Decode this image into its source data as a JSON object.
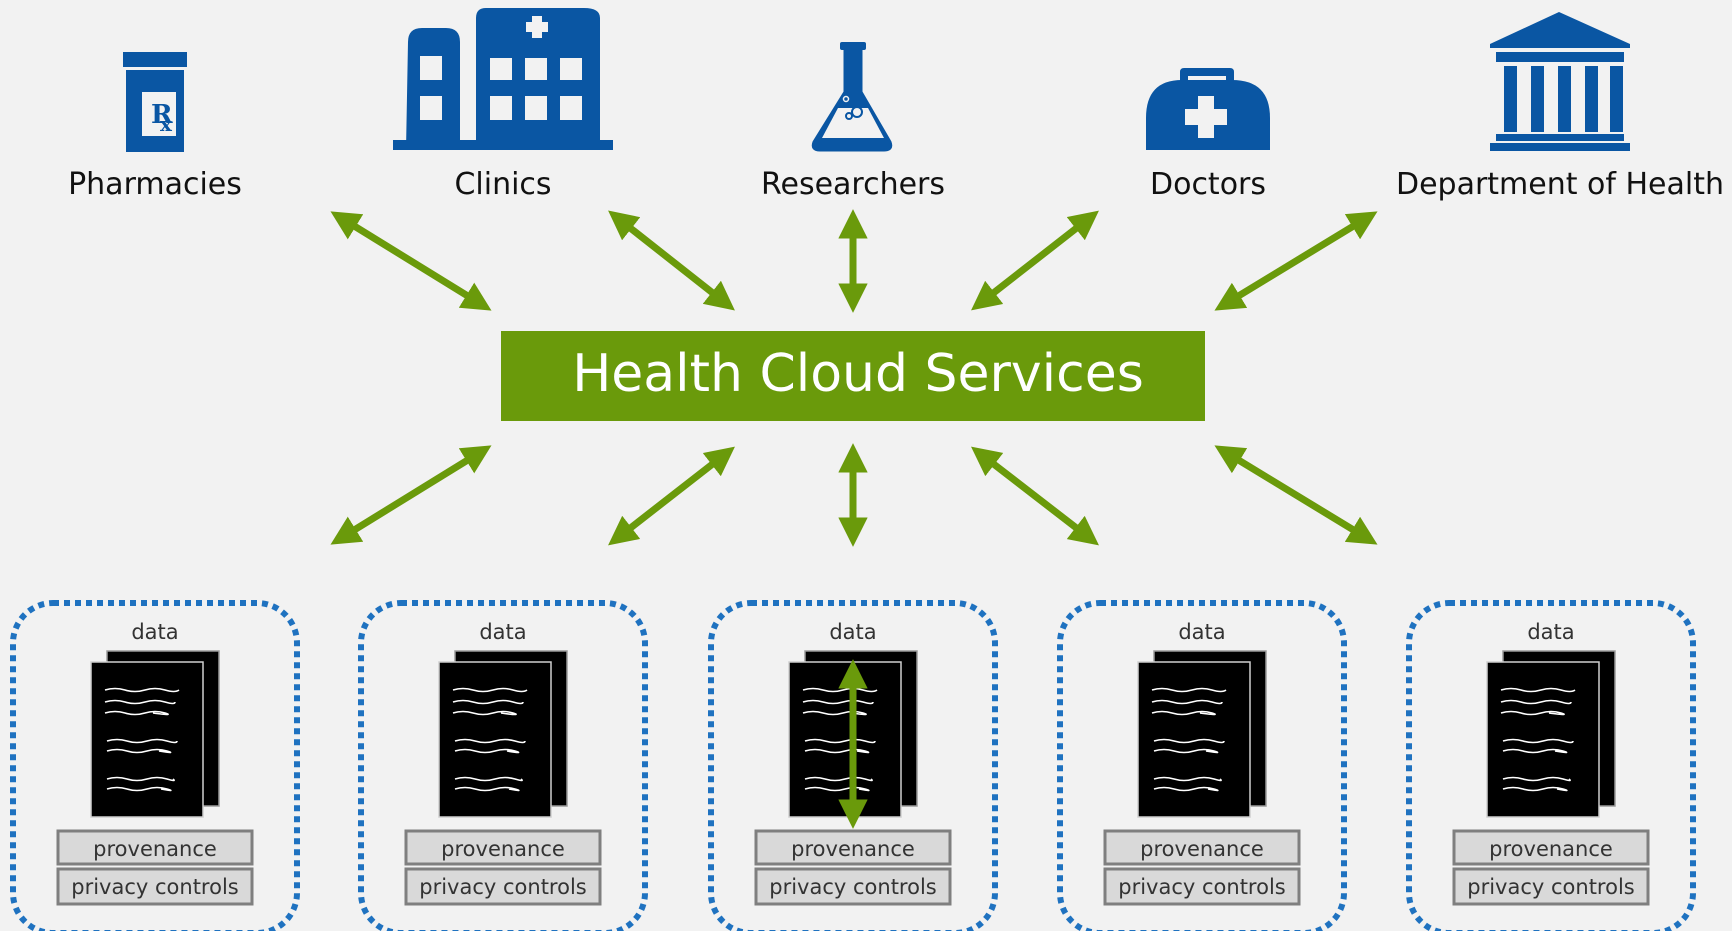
{
  "stakeholders": [
    {
      "label": "Pharmacies",
      "icon": "pill-bottle-icon"
    },
    {
      "label": "Clinics",
      "icon": "hospital-icon"
    },
    {
      "label": "Researchers",
      "icon": "flask-icon"
    },
    {
      "label": "Doctors",
      "icon": "medical-bag-icon"
    },
    {
      "label": "Department of Health",
      "icon": "government-building-icon"
    }
  ],
  "center": {
    "label": "Health Cloud Services"
  },
  "data_stores": [
    {
      "title": "data",
      "provenance": "provenance",
      "privacy": "privacy controls"
    },
    {
      "title": "data",
      "provenance": "provenance",
      "privacy": "privacy controls"
    },
    {
      "title": "data",
      "provenance": "provenance",
      "privacy": "privacy controls"
    },
    {
      "title": "data",
      "provenance": "provenance",
      "privacy": "privacy controls"
    },
    {
      "title": "data",
      "provenance": "provenance",
      "privacy": "privacy controls"
    }
  ],
  "colors": {
    "icon_blue": "#0a56a3",
    "accent_green": "#6a9a0b",
    "store_border": "#1f72c0",
    "background": "#f2f2f2",
    "label_box": "#d9d9d9",
    "label_border": "#7f7f7f"
  }
}
